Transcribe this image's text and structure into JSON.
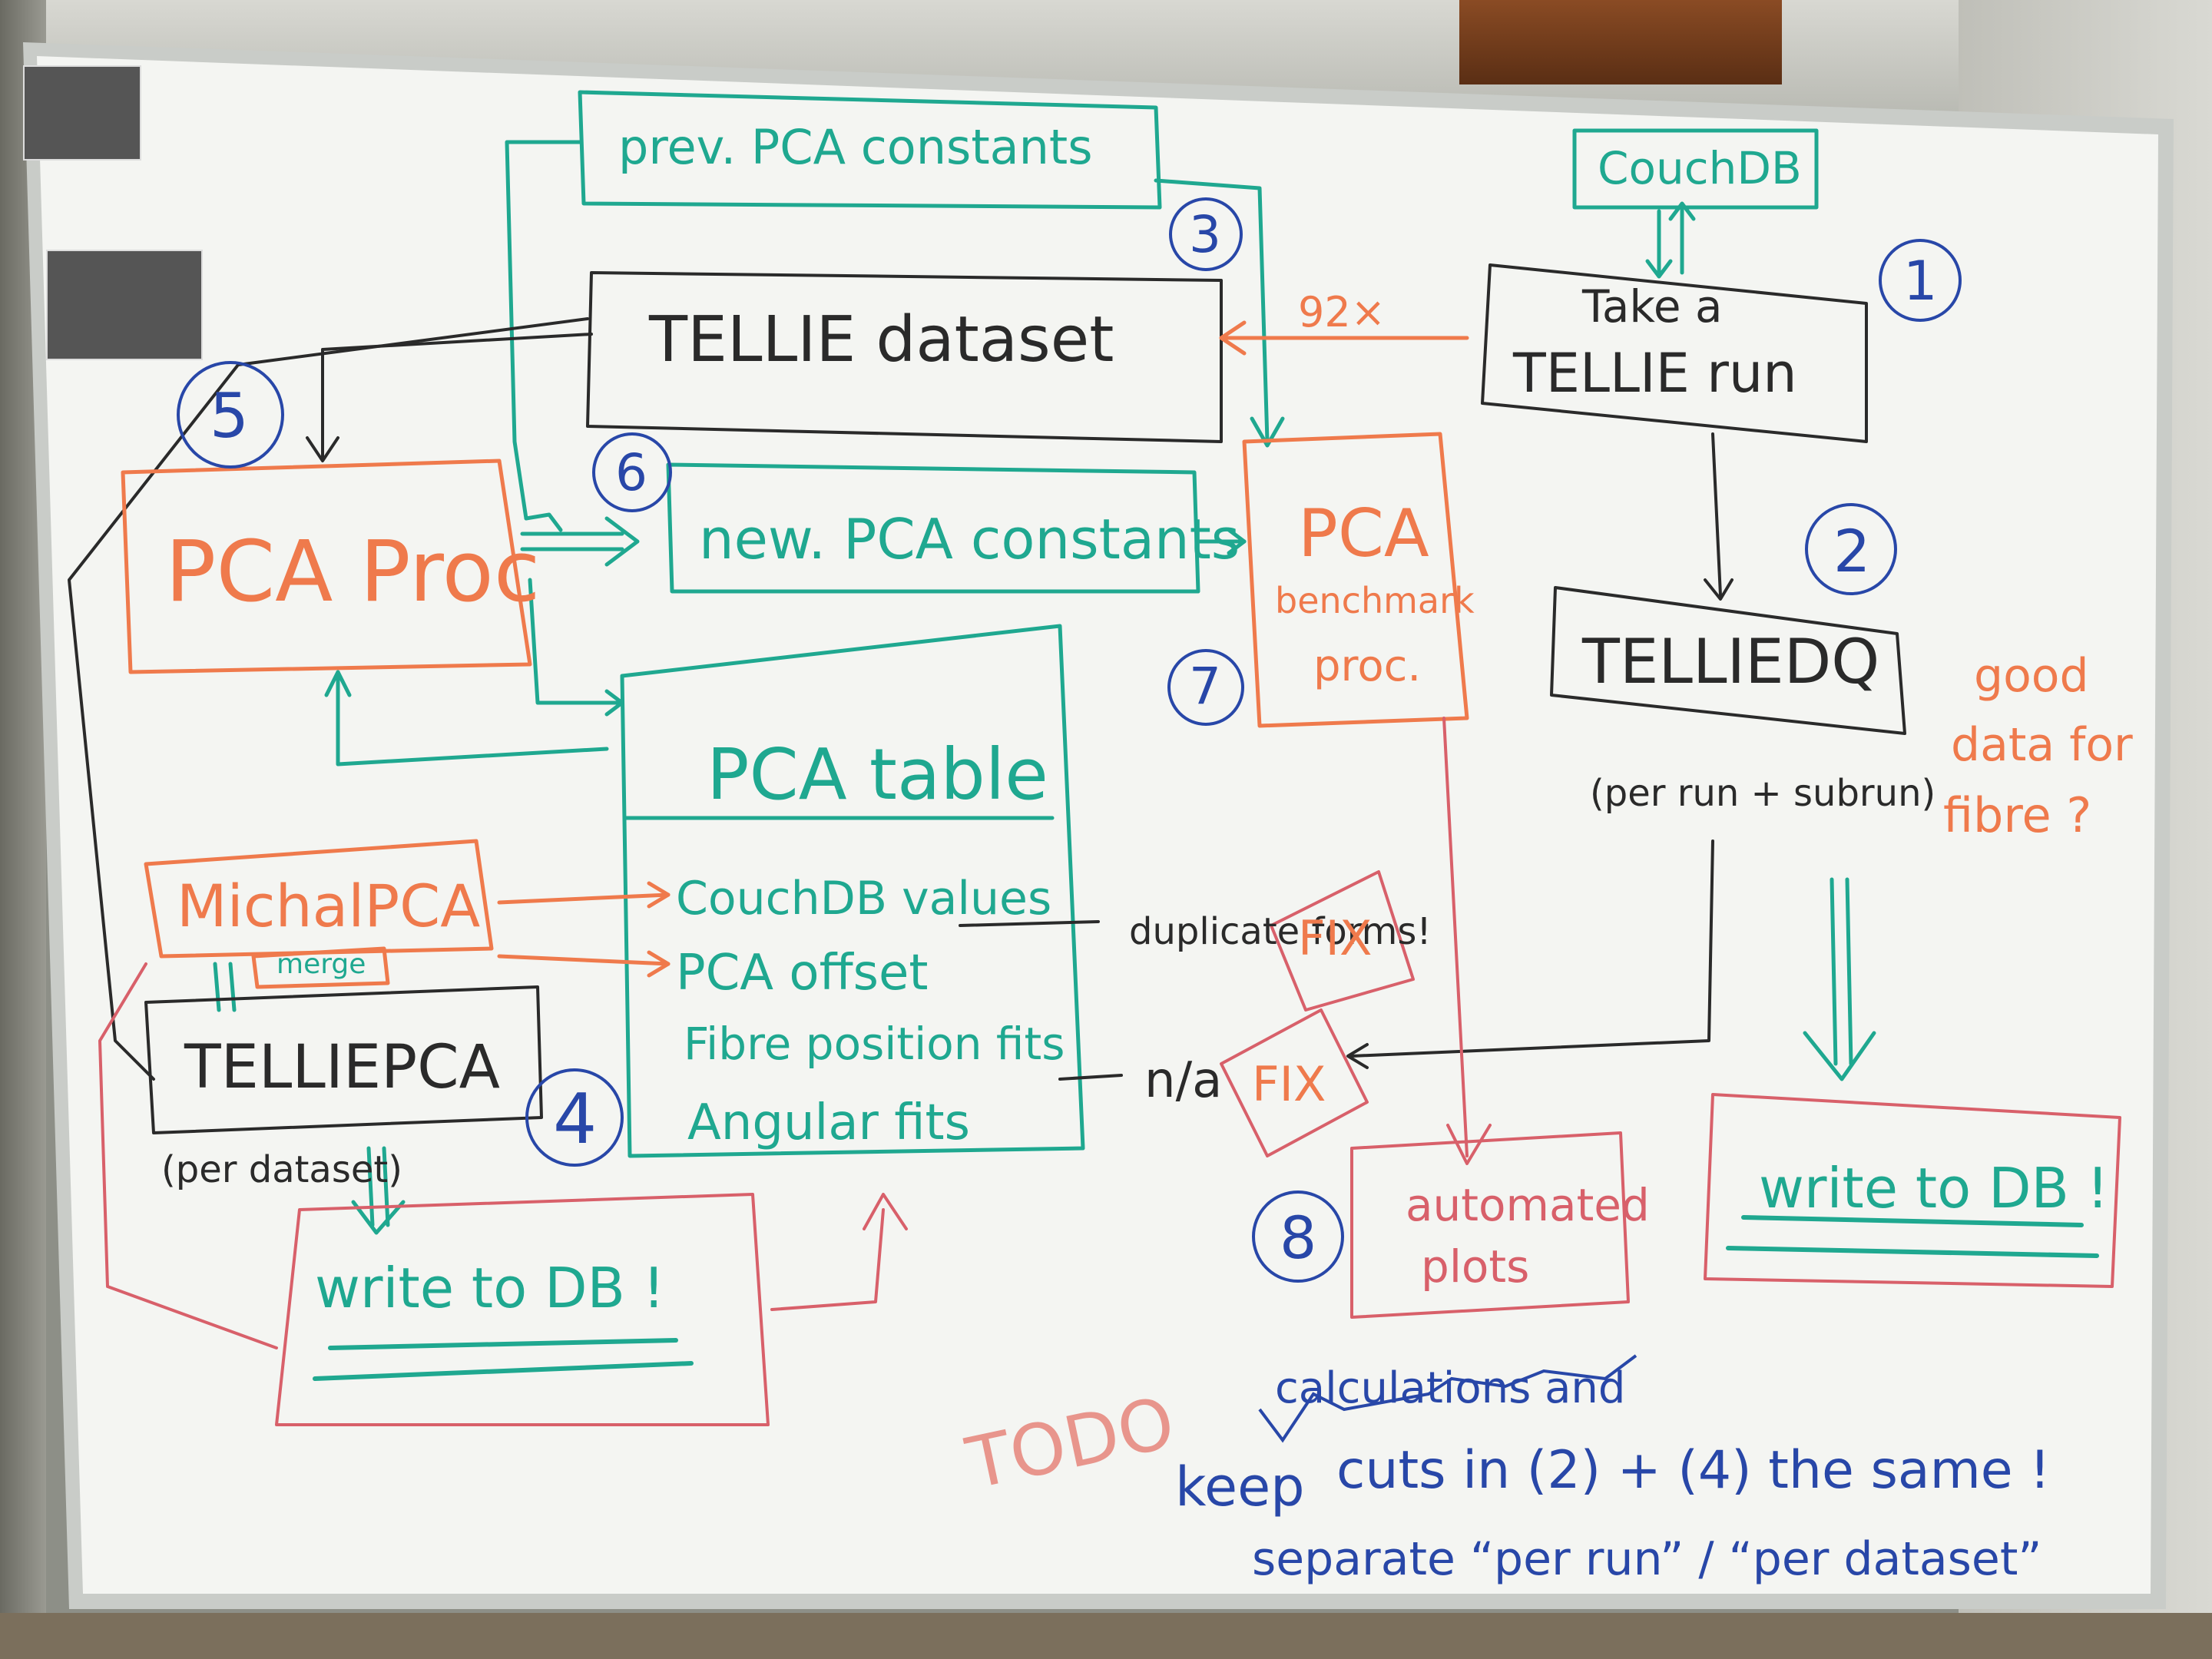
{
  "whiteboard": {
    "prev_pca_constants": "prev. PCA constants",
    "couchdb": "CouchDB",
    "tellie_dataset": "TELLIE dataset",
    "take_run_line1": "Take a",
    "take_run_line2": "TELLIE run",
    "x92": "92×",
    "pca_proc": "PCA Proc",
    "new_pca_constants": "new. PCA constants",
    "pca_benchmark_1": "PCA",
    "pca_benchmark_2": "benchmark",
    "pca_benchmark_3": "proc.",
    "telliedq": "TELLIEDQ",
    "per_run_subrun": "(per run + subrun)",
    "good_data_1": "good",
    "good_data_2": "data for",
    "good_data_3": "fibre ?",
    "pca_table": "PCA table",
    "couchdb_values": "CouchDB values",
    "pca_offset": "PCA offset",
    "fibre_position_fits": "Fibre position fits",
    "angular_fits": "Angular fits",
    "duplicate_forms": "duplicate forms!",
    "fix": "FIX",
    "na": "n/a",
    "michalpca": "MichalPCA",
    "merge": "merge",
    "telliepca": "TELLIEPCA",
    "per_dataset": "(per dataset)",
    "write_to_db_left": "write to DB !",
    "write_to_db_right": "write to DB !",
    "automated_plots_1": "automated",
    "automated_plots_2": "plots",
    "todo": "TODO",
    "calculations_and": "calculations and",
    "keep": "keep",
    "cuts_line": "cuts in (2) + (4) the same !",
    "separate_line": "separate “per run” / “per dataset”",
    "numbers": [
      "1",
      "2",
      "3",
      "4",
      "5",
      "6",
      "7",
      "8"
    ]
  },
  "colors": {
    "board": "#f4f5f2",
    "frame": "#c9ccc8",
    "teal": "#1fa890",
    "orange": "#ef7a4c",
    "black": "#2a2a2a",
    "blue": "#2847a8",
    "red": "#d8606a"
  }
}
